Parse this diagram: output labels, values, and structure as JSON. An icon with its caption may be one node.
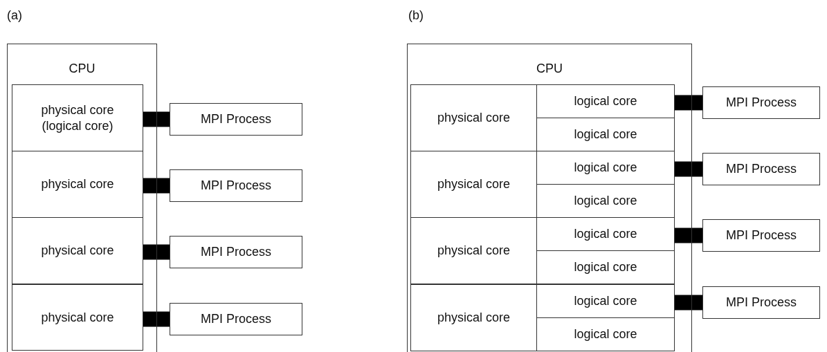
{
  "diagram": {
    "nodes": [
      {
        "text": [
          "CPU"
        ]
      },
      {
        "text": [
          "physical core (logical core)"
        ],
        "in": 0
      },
      {
        "text": [
          "physical core"
        ],
        "in": 0
      },
      {
        "text": [
          "physical core"
        ],
        "in": 0
      },
      {
        "text": [
          "physical core"
        ],
        "in": 0
      },
      {
        "text": [
          "MPI Process"
        ]
      },
      {
        "text": [
          "MPI Process"
        ]
      },
      {
        "text": [
          "MPI Process"
        ]
      },
      {
        "text": [
          "MPI Process"
        ]
      },
      {
        "text": [
          "CPU"
        ]
      },
      {
        "text": [
          "physical core"
        ],
        "in": 9
      },
      {
        "text": [
          "logical core"
        ],
        "in": 9
      },
      {
        "text": [
          "logical core"
        ],
        "in": 9
      },
      {
        "text": [
          "physical core"
        ],
        "in": 9
      },
      {
        "text": [
          "logical core"
        ],
        "in": 9
      },
      {
        "text": [
          "logical core"
        ],
        "in": 9
      },
      {
        "text": [
          "physical core"
        ],
        "in": 9
      },
      {
        "text": [
          "logical core"
        ],
        "in": 9
      },
      {
        "text": [
          "logical core"
        ],
        "in": 9
      },
      {
        "text": [
          "physical core"
        ],
        "in": 9
      },
      {
        "text": [
          "logical core"
        ],
        "in": 9
      },
      {
        "text": [
          "logical core"
        ],
        "in": 9
      },
      {
        "text": [
          "MPI Process"
        ]
      },
      {
        "text": [
          "MPI Process"
        ]
      },
      {
        "text": [
          "MPI Process"
        ]
      },
      {
        "text": [
          "MPI Process"
        ]
      }
    ],
    "edges": [
      {
        "from": 1,
        "to": 5,
        "arrow": "none"
      },
      {
        "from": 2,
        "to": 6,
        "arrow": "none"
      },
      {
        "from": 3,
        "to": 7,
        "arrow": "none"
      },
      {
        "from": 4,
        "to": 8,
        "arrow": "none"
      },
      {
        "from": 11,
        "to": 22,
        "arrow": "none"
      },
      {
        "from": 14,
        "to": 23,
        "arrow": "none"
      },
      {
        "from": 17,
        "to": 24,
        "arrow": "none"
      },
      {
        "from": 20,
        "to": 25,
        "arrow": "none"
      }
    ],
    "labels": [
      "(a)",
      "(b)"
    ]
  }
}
